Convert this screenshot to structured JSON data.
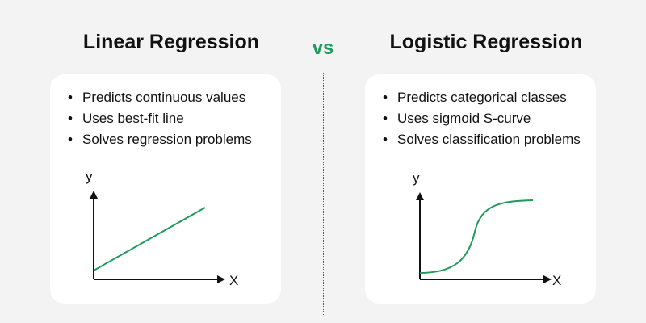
{
  "left": {
    "title": "Linear Regression",
    "points": [
      "Predicts continuous values",
      "Uses best-fit line",
      "Solves regression problems"
    ],
    "plot": {
      "y_label": "y",
      "x_label": "X",
      "curve": "line"
    }
  },
  "vs": "vs",
  "right": {
    "title": "Logistic Regression",
    "points": [
      "Predicts categorical classes",
      "Uses sigmoid S-curve",
      "Solves classification problems"
    ],
    "plot": {
      "y_label": "y",
      "x_label": "X",
      "curve": "sigmoid"
    }
  },
  "colors": {
    "accent": "#1f9a5b",
    "background": "#f3f3f3",
    "card": "#ffffff",
    "text": "#111111"
  }
}
